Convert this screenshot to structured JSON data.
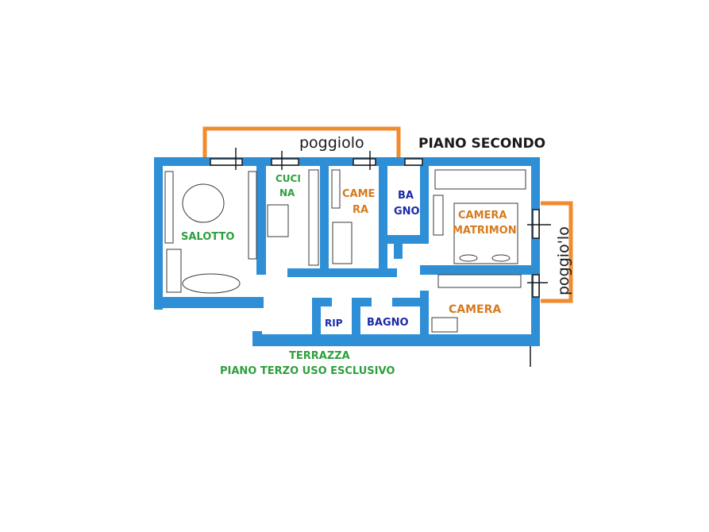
{
  "colors": {
    "wall": "#2f8fd6",
    "balcony": "#f28a2e",
    "green_label": "#2e9f3e",
    "orange_label": "#d77a1c",
    "blue_label": "#1a2aa8",
    "black_label": "#1a1a1a",
    "furniture": "#3a3a3a"
  },
  "title": "PIANO SECONDO",
  "balconies": {
    "top": "poggiolo",
    "right": "poggio'lo"
  },
  "rooms": {
    "salotto": "SALOTTO",
    "cucina": [
      "CUCI",
      "NA"
    ],
    "camera_small": [
      "CAME",
      "RA"
    ],
    "bagno_top": [
      "BA",
      "GNO"
    ],
    "camera_matrimoniale": [
      "CAMERA",
      "MATRIMON"
    ],
    "rip": "RIP",
    "bagno_bottom": "BAGNO",
    "camera": "CAMERA"
  },
  "terrace": {
    "line1": "TERRAZZA",
    "line2": "PIANO TERZO USO ESCLUSIVO"
  }
}
